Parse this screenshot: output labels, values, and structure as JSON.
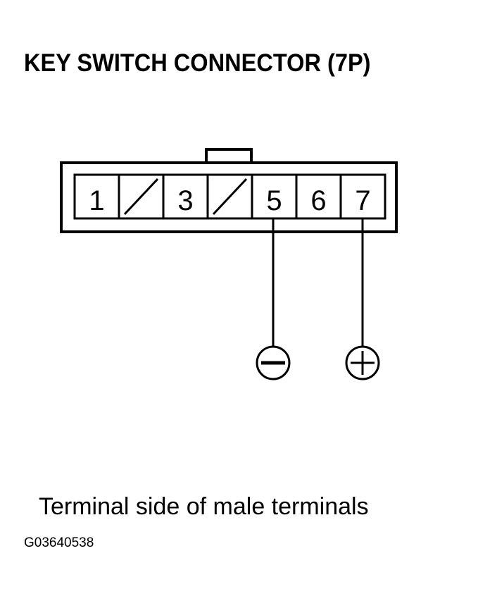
{
  "title": "KEY SWITCH CONNECTOR (7P)",
  "connector": {
    "pins": [
      {
        "label": "1",
        "unused": false
      },
      {
        "label": "",
        "unused": true
      },
      {
        "label": "3",
        "unused": false
      },
      {
        "label": "",
        "unused": true
      },
      {
        "label": "5",
        "unused": false
      },
      {
        "label": "6",
        "unused": false
      },
      {
        "label": "7",
        "unused": false
      }
    ]
  },
  "probes": [
    {
      "pin": "5",
      "polarity": "negative",
      "icon": "minus-circle-icon"
    },
    {
      "pin": "7",
      "polarity": "positive",
      "icon": "plus-circle-icon"
    }
  ],
  "caption": "Terminal side of male terminals",
  "figure_code": "G03640538"
}
